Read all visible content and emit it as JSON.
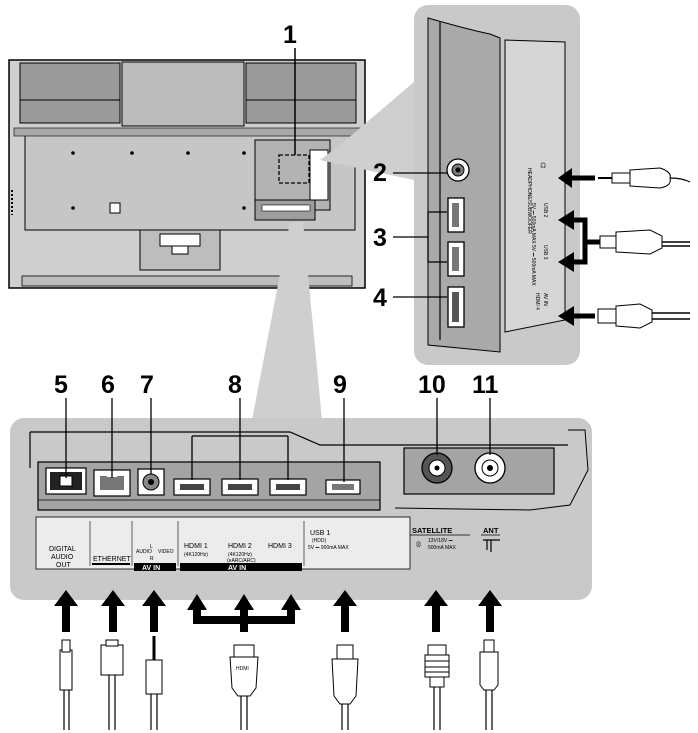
{
  "callouts": [
    "1",
    "2",
    "3",
    "4",
    "5",
    "6",
    "7",
    "8",
    "9",
    "10",
    "11"
  ],
  "side_labels": {
    "headphones": "HEADPHONE/SUBWOOFER",
    "usb2": "USB 2",
    "usb2_spec": "5V ⎓ 500mA MAX",
    "usb3": "USB 3",
    "usb3_spec": "5V ⎓ 500mA MAX",
    "av_in": "AV IN",
    "hdmi4": "HDMI 4"
  },
  "bottom_labels": {
    "digital_audio_1": "DIGITAL",
    "digital_audio_2": "AUDIO",
    "digital_audio_3": "OUT",
    "ethernet": "ETHERNET",
    "audio": "AUDIO",
    "video": "VIDEO",
    "av_in_1": "AV IN",
    "hdmi1": "HDMI 1",
    "hdmi1_sub": "(4K120Hz)",
    "hdmi2": "HDMI 2",
    "hdmi2_sub": "(4K120Hz)",
    "hdmi2_sub2": "(eARC/ARC)",
    "hdmi3": "HDMI 3",
    "av_in_2": "AV IN",
    "usb1": "USB 1",
    "usb1_sub": "(HDD)",
    "usb1_spec": "5V ⎓ 900mA MAX",
    "satellite": "SATELLITE",
    "satellite_spec_1": "13V/18V ⎓",
    "satellite_spec_2": "500mA MAX",
    "ant": "ANT",
    "hdmi_plug": "HDMI",
    "r": "R",
    "l": "L"
  },
  "colors": {
    "panel": "#c9c9c9",
    "panel_dark": "#9e9e9e",
    "line": "#000000",
    "tv_body": "#bdbdbd"
  }
}
